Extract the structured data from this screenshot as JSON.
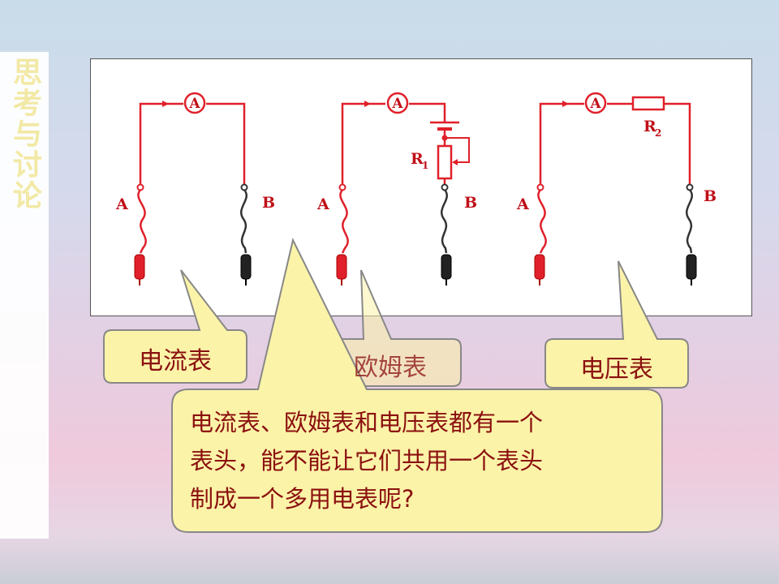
{
  "side_title": "思考与讨论",
  "circuit_labels": {
    "ammeter_symbol": "A",
    "terminal_a": "A",
    "terminal_b": "B",
    "resistor_1_letter": "R",
    "resistor_1_sub": "1",
    "resistor_2_letter": "R",
    "resistor_2_sub": "2"
  },
  "callouts": {
    "ammeter": "电流表",
    "ohmmeter": "欧姆表",
    "voltmeter": "电压表"
  },
  "question": {
    "line1": "电流表、欧姆表和电压表都有一个",
    "line2": "表头，能不能让它们共用一个表头",
    "line3": "制成一个多用电表呢?"
  },
  "colors": {
    "wire": "#e0202a",
    "callout_fill": "#fbf3a8",
    "text": "#8b1010"
  }
}
